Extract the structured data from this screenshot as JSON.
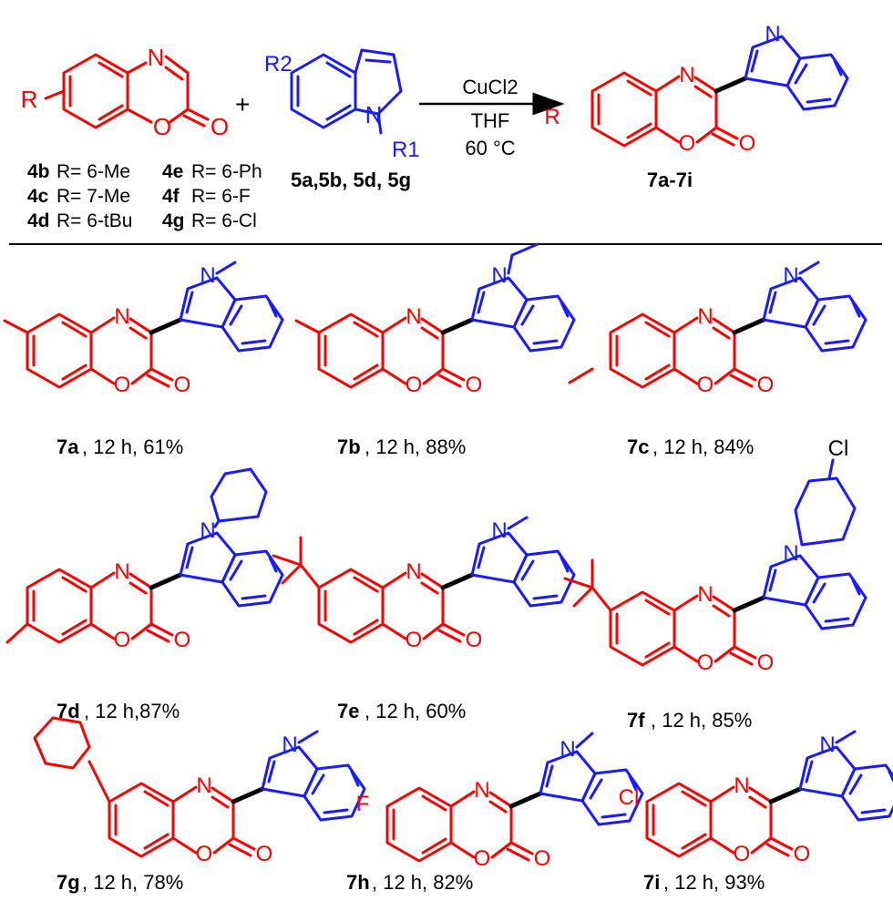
{
  "reaction": {
    "reagent": "CuCl2",
    "solvent": "THF",
    "temperature": "60 °C",
    "reactant_a_substituent": "R",
    "reactant_b_substituent_top": "R2",
    "reactant_b_substituent_n": "R1",
    "product_label": "7a-7i",
    "indole_label": "5a,5b, 5d, 5g",
    "plus": "+"
  },
  "r_groups": [
    {
      "id": "4b",
      "value": "R= 6-Me"
    },
    {
      "id": "4c",
      "value": "R= 7-Me"
    },
    {
      "id": "4d",
      "value": "R= 6-tBu"
    },
    {
      "id": "4e",
      "value": "R= 6-Ph"
    },
    {
      "id": "4f",
      "value": "R= 6-F"
    },
    {
      "id": "4g",
      "value": "R= 6-Cl"
    }
  ],
  "products": [
    {
      "id": "7a",
      "text": ", 12 h, 61%"
    },
    {
      "id": "7b",
      "text": ", 12 h, 88%"
    },
    {
      "id": "7c",
      "text": ", 12 h, 84%"
    },
    {
      "id": "7d",
      "text": ", 12 h,87%"
    },
    {
      "id": "7e",
      "text": ", 12 h, 60%"
    },
    {
      "id": "7f",
      "text": ", 12 h, 85%"
    },
    {
      "id": "7g",
      "text": ", 12 h, 78%"
    },
    {
      "id": "7h",
      "text": ", 12 h, 82%"
    },
    {
      "id": "7i",
      "text": ", 12 h, 93%"
    }
  ],
  "atoms": {
    "n": "N",
    "o": "O",
    "cl": "Cl",
    "f": "F"
  },
  "colors": {
    "benzoxazinone": "#ff0000",
    "indole": "#1a1aff",
    "text": "#000000"
  }
}
